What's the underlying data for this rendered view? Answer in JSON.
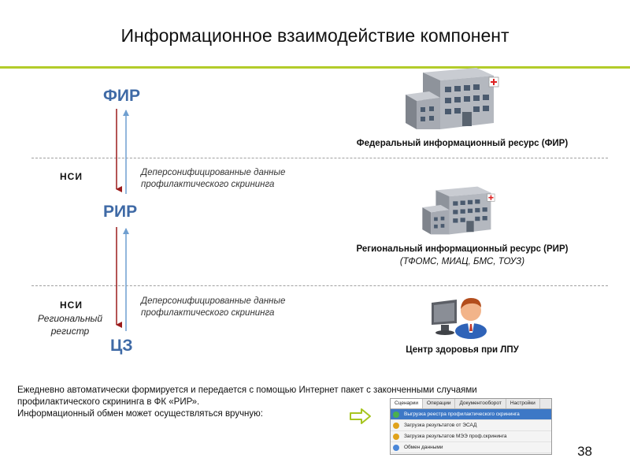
{
  "title": "Информационное взаимодействие компонент",
  "nodes": {
    "fir": "ФИР",
    "rir": "РИР",
    "cz": "ЦЗ"
  },
  "links": {
    "top_nsi": "НСИ",
    "top_data": "Деперсонифицированные данные профилактического скрининга",
    "bottom_nsi": "НСИ",
    "bottom_register": "Региональный регистр",
    "bottom_data": "Деперсонифицированные данные профилактического скрининга"
  },
  "resources": {
    "federal": "Федеральный информационный ресурс (ФИР)",
    "regional": "Региональный информационный ресурс (РИР)",
    "regional_sub": "(ТФОМС, МИАЦ, БМС, ТОУЗ)",
    "health_center": "Центр здоровья при ЛПУ"
  },
  "icons": {
    "federal": "hospital-building-icon",
    "regional": "hospital-building-icon",
    "health_center": "user-computer-icon",
    "transfer": "arrow-right-icon"
  },
  "bottom_text": {
    "line1": "Ежедневно автоматически формируется  и передается с помощью Интернет пакет с законченными случаями профилактического скрининга в ФК «РИР».",
    "line2": "Информационный обмен может осуществляться вручную:"
  },
  "app_window": {
    "tabs": [
      "Сценарии",
      "Операции",
      "Документооборот",
      "Настройки"
    ],
    "items": [
      {
        "label": "Выгрузка реестра профилактического скрининга",
        "selected": true
      },
      {
        "label": "Загрузка результатов от ЭСАД",
        "selected": false
      },
      {
        "label": "Загрузка результатов МЭЭ проф.скрининга",
        "selected": false
      },
      {
        "label": "Обмен данными",
        "selected": false
      }
    ]
  },
  "colors": {
    "accent_rule": "#b3cc2a",
    "node_text": "#3f6aa6",
    "arrow_down": "#9b1b1b",
    "arrow_up": "#6f9fd0"
  },
  "page_number": "38"
}
